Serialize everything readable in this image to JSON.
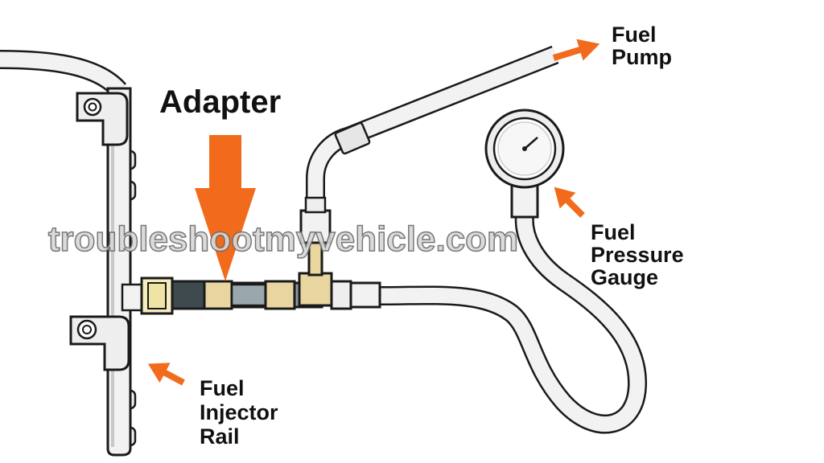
{
  "labels": {
    "adapter": "Adapter",
    "fuel_pump": [
      "Fuel",
      "Pump"
    ],
    "gauge": [
      "Fuel",
      "Pressure",
      "Gauge"
    ],
    "rail": [
      "Fuel",
      "Injector",
      "Rail"
    ]
  },
  "watermark": "troubleshootmyvehicle.com",
  "colors": {
    "accent_arrow": "#f26b1d",
    "hose_fill": "#f2f2f2",
    "outline": "#1a1a1a",
    "brass": "#e8d5a0",
    "cap_yellow": "#f5edbb",
    "dark_fitting": "#3f4a4f",
    "watermark_fill": "#d8d8d8"
  }
}
